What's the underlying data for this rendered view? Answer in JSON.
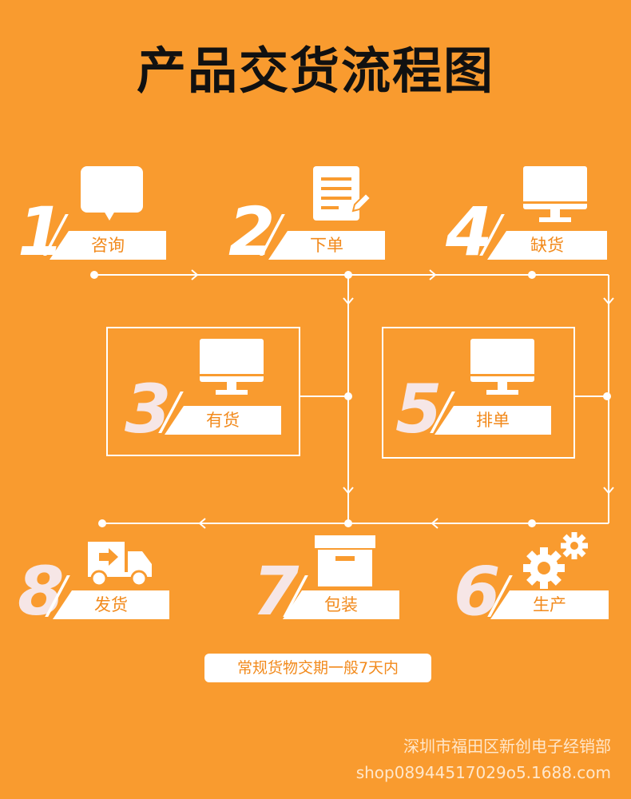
{
  "title": "产品交货流程图",
  "steps": {
    "s1": {
      "num": "1",
      "label": "咨询",
      "icon": "chat-bubble-icon"
    },
    "s2": {
      "num": "2",
      "label": "下单",
      "icon": "order-form-icon"
    },
    "s3": {
      "num": "3",
      "label": "有货",
      "icon": "monitor-icon"
    },
    "s4": {
      "num": "4",
      "label": "缺货",
      "icon": "monitor-icon"
    },
    "s5": {
      "num": "5",
      "label": "排单",
      "icon": "monitor-icon"
    },
    "s6": {
      "num": "6",
      "label": "生产",
      "icon": "gears-icon"
    },
    "s7": {
      "num": "7",
      "label": "包装",
      "icon": "box-icon"
    },
    "s8": {
      "num": "8",
      "label": "发货",
      "icon": "delivery-truck-icon"
    }
  },
  "note": "常规货物交期一般7天内",
  "footer": {
    "company": "深圳市福田区新创电子经销部",
    "shop": "shop0894451702​9o5.1688.com"
  }
}
